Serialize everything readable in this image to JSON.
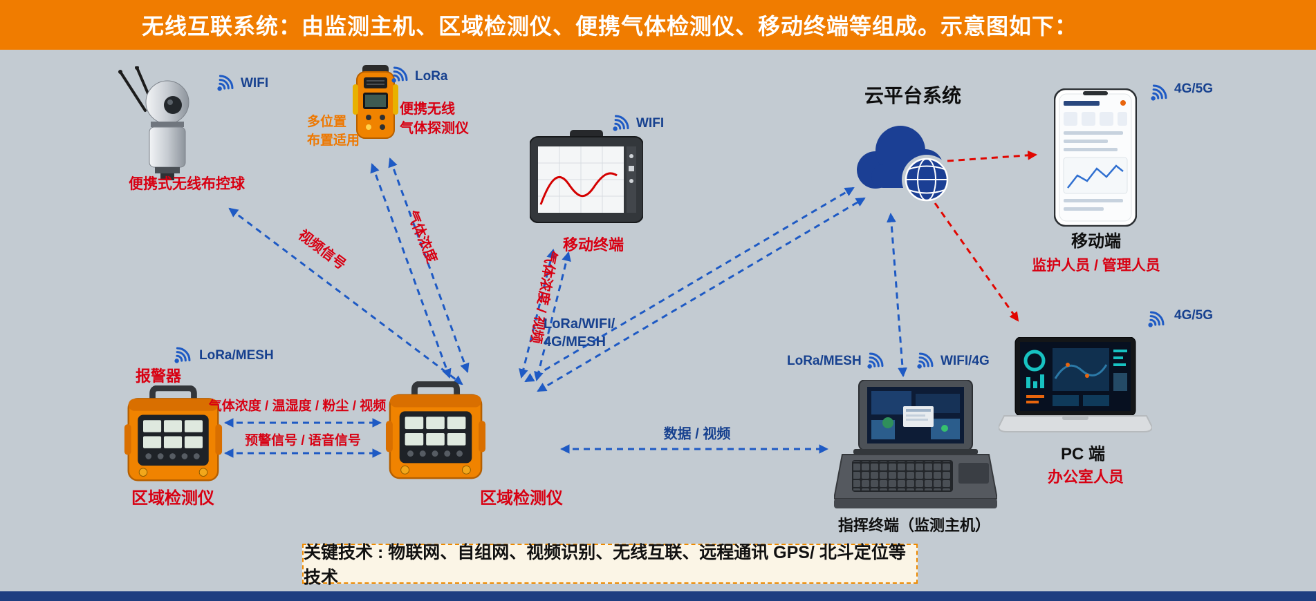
{
  "colors": {
    "header_bg": "#F07C00",
    "body_bg": "#C3CBD2",
    "navy": "#17418F",
    "arrow_blue": "#1E5AC4",
    "arrow_red": "#E10600",
    "label_red": "#D80012",
    "footer_bg": "#FBF5E6",
    "bottom_strip": "#1E3E80"
  },
  "icons": {
    "signal": "wireless-signal-icon",
    "cloud": "cloud-platform-icon"
  },
  "header": {
    "title": "无线互联系统：由监测主机、区域检测仪、便携气体检测仪、移动终端等组成。示意图如下："
  },
  "nodes": {
    "ball_camera": {
      "label": "便携式无线布控球",
      "signal": "WIFI"
    },
    "gas_detector": {
      "label_line1": "便携无线",
      "label_line2": "气体探测仪",
      "note_line1": "多位置",
      "note_line2": "布置适用",
      "signal": "LoRa"
    },
    "tablet": {
      "label": "移动终端",
      "signal": "WIFI"
    },
    "cloud": {
      "label": "云平台系统"
    },
    "phone": {
      "label": "移动端",
      "sublabel": "监护人员 / 管理人员",
      "signal": "4G/5G"
    },
    "alarm": {
      "label": "报警器",
      "device_label": "区域检测仪",
      "signal": "LoRa/MESH"
    },
    "area_detector": {
      "label": "区域检测仪"
    },
    "command_terminal": {
      "label": "指挥终端（监测主机）",
      "signal_left": "LoRa/MESH",
      "signal_right": "WIFI/4G"
    },
    "pc": {
      "label": "PC 端",
      "sublabel": "办公室人员",
      "signal": "4G/5G"
    }
  },
  "edges": {
    "video_signal": "视频信号",
    "gas_concentration": "气体浓度",
    "gas_video": "气体浓度 / 视频",
    "lora_wifi_line1": "LoRa/WIFI/",
    "lora_wifi_line2": "4G/MESH",
    "sensor_data": "气体浓度 / 温湿度 / 粉尘 / 视频",
    "warning_signal": "预警信号 / 语音信号",
    "data_video": "数据 / 视频"
  },
  "footer": {
    "key_tech": "关键技术 : 物联网、自组网、视频识别、无线互联、远程通讯 GPS/ 北斗定位等技术"
  }
}
